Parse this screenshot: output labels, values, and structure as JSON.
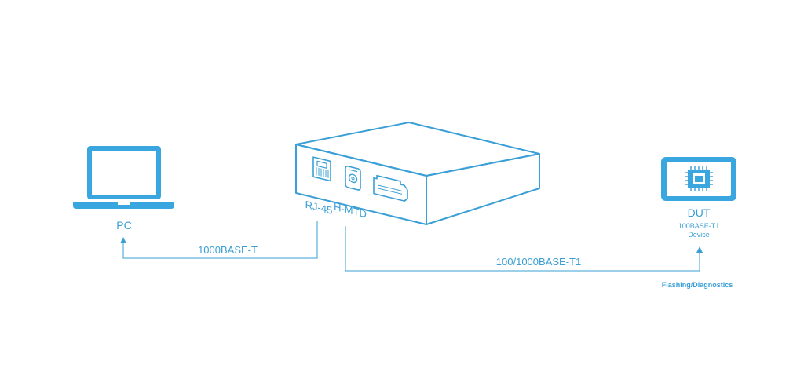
{
  "colors": {
    "stroke": "#3a9fd6",
    "fill": "#3aa6df",
    "background": "#ffffff"
  },
  "nodes": {
    "pc": {
      "label": "PC",
      "icon": "laptop-icon"
    },
    "gateway": {
      "icon": "gateway-box-icon",
      "ports": {
        "rj45": "RJ-45",
        "hmtd": "H-MTD"
      }
    },
    "dut": {
      "label": "DUT",
      "sub1": "100BASE-T1",
      "sub2": "Device",
      "icon": "chip-monitor-icon"
    }
  },
  "links": {
    "pc_link": {
      "label": "1000BASE-T"
    },
    "dut_link": {
      "label": "100/1000BASE-T1"
    }
  },
  "note": "Flashing/Diagnostics"
}
